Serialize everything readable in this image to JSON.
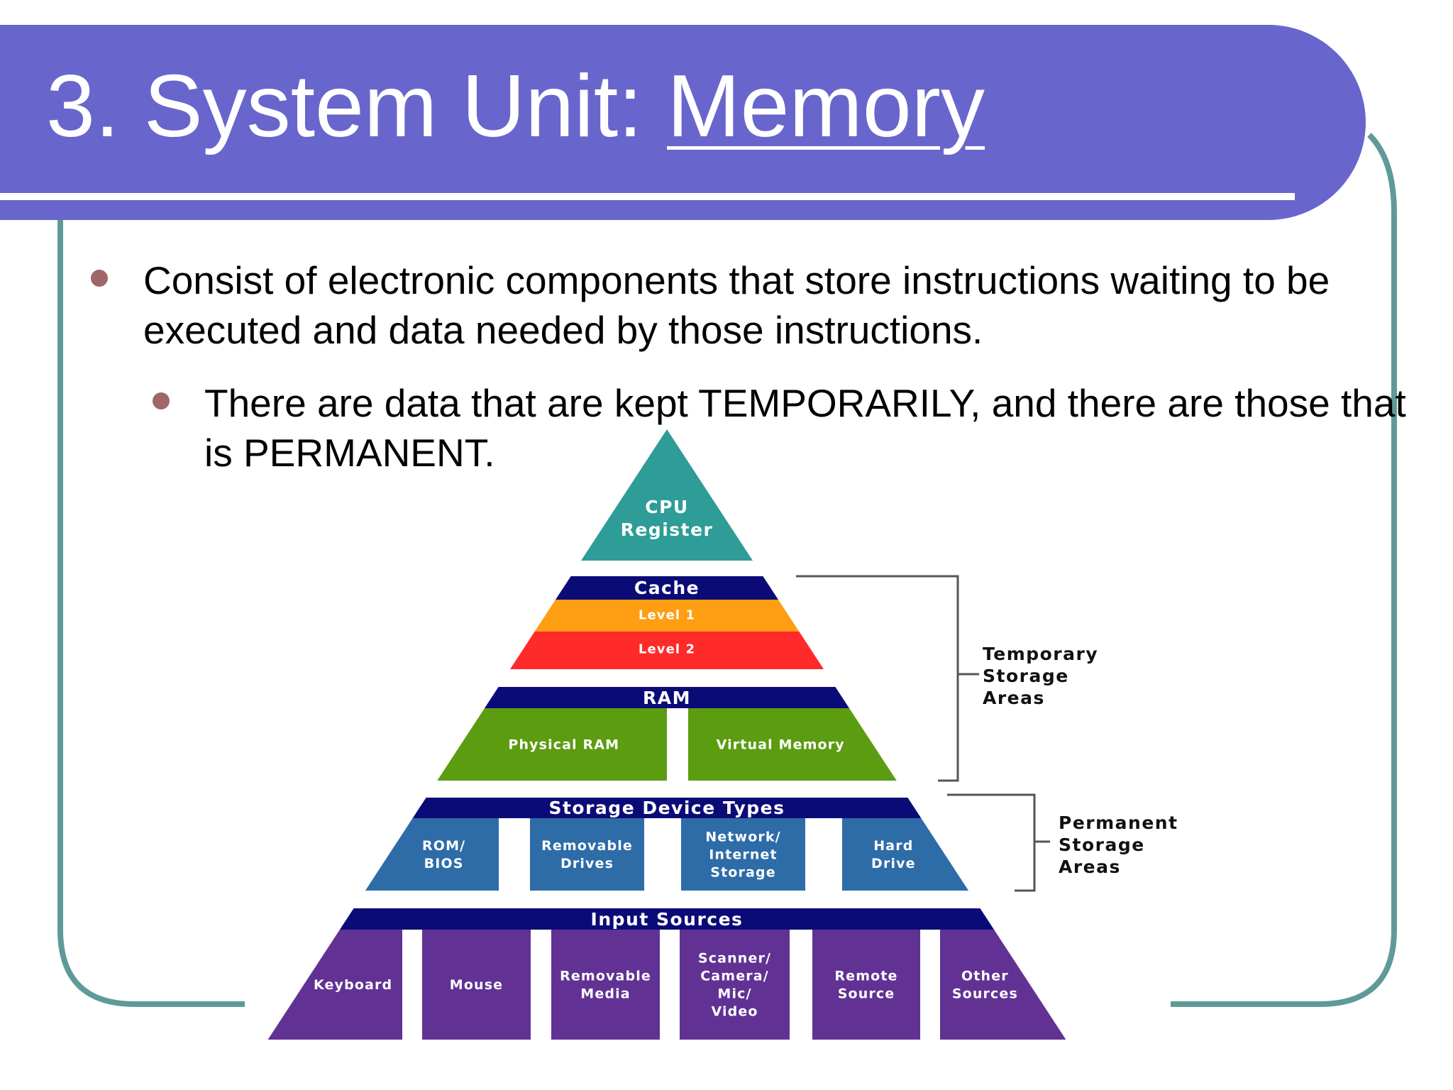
{
  "slide": {
    "title_prefix": "3. System Unit: ",
    "title_link": "Memory",
    "bullet_1": "Consist of electronic components that store instructions waiting to be executed and data needed by those instructions.",
    "bullet_2": "There are data that are kept TEMPORARILY, and there are those that is PERMANENT."
  },
  "pyramid": {
    "apex": [
      "CPU",
      "Register"
    ],
    "cache": {
      "header": "Cache",
      "level1": "Level 1",
      "level2": "Level 2"
    },
    "ram": {
      "header": "RAM",
      "cells": [
        "Physical RAM",
        "Virtual Memory"
      ]
    },
    "storage": {
      "header": "Storage Device Types",
      "cells": [
        [
          "ROM/",
          "BIOS"
        ],
        [
          "Removable",
          "Drives"
        ],
        [
          "Network/",
          "Internet",
          "Storage"
        ],
        [
          "Hard",
          "Drive"
        ]
      ]
    },
    "input": {
      "header": "Input Sources",
      "cells": [
        [
          "Keyboard"
        ],
        [
          "Mouse"
        ],
        [
          "Removable",
          "Media"
        ],
        [
          "Scanner/",
          "Camera/",
          "Mic/",
          "Video"
        ],
        [
          "Remote",
          "Source"
        ],
        [
          "Other",
          "Sources"
        ]
      ]
    },
    "temporary_label": [
      "Temporary",
      "Storage",
      "Areas"
    ],
    "permanent_label": [
      "Permanent",
      "Storage",
      "Areas"
    ]
  },
  "colors": {
    "title_bar": "#6866cc",
    "frame": "#5f9a98",
    "bullet_dot": "#a0666a",
    "apex": "#2e9c97",
    "navy": "#0b0b77",
    "level1": "#ff9e12",
    "level2": "#ff2a2a",
    "ram": "#5c9c11",
    "storage": "#2e6ca8",
    "input": "#613294"
  }
}
